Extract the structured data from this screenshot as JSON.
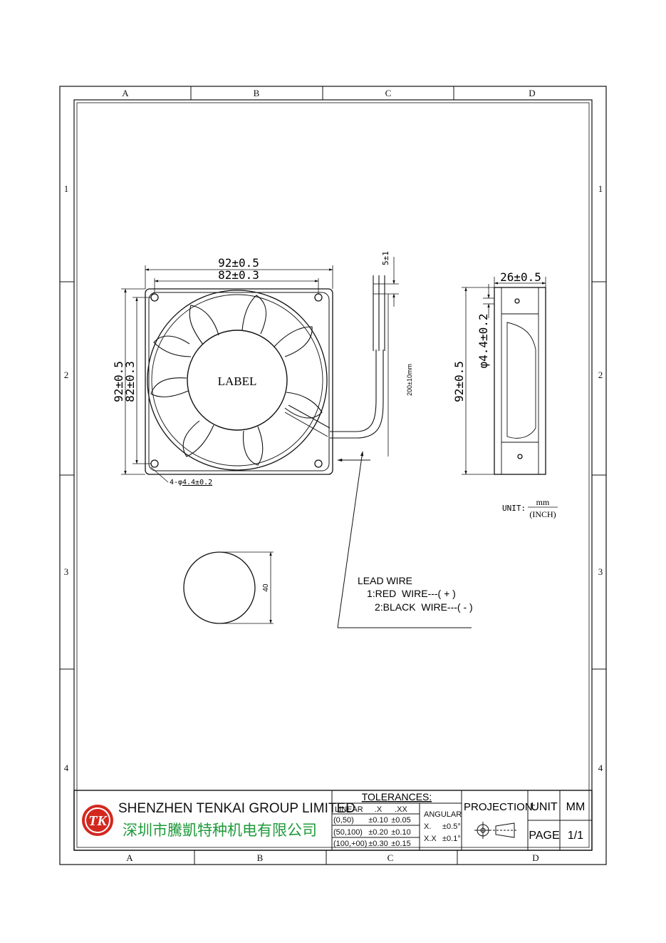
{
  "frame": {
    "columns": [
      "A",
      "B",
      "C",
      "D"
    ],
    "rows": [
      "1",
      "2",
      "3",
      "4"
    ]
  },
  "front_view": {
    "width_outer": "92±0.5",
    "width_hole": "82±0.3",
    "height_outer": "92±0.5",
    "height_hole": "82±0.3",
    "hub_label": "LABEL",
    "hole_prefix": "4-φ",
    "hole_spec": "4.4±0.2",
    "wire_offset": "5±1",
    "wire_length": "200±10mm"
  },
  "side_view": {
    "depth": "26±0.5",
    "hole_dia": "φ4.4±0.2",
    "height": "92±0.5"
  },
  "unit_note": {
    "prefix": "UNIT:",
    "numerator": "mm",
    "denominator": "(INCH)"
  },
  "label_circle": {
    "diameter": "40"
  },
  "lead_wire": {
    "title": "LEAD WIRE",
    "line1": "1:RED  WIRE---( + )",
    "line2": "2:BLACK  WIRE---( - )"
  },
  "title_block": {
    "logo_text": "TK",
    "company_en": "SHENZHEN TENKAI GROUP LIMITED",
    "company_cn": "深圳市騰凱特种机电有限公司",
    "brand_color": "#d3281f",
    "cn_color": "#1e9a3a",
    "tolerances_title": "TOLERANCES:",
    "tol_header": [
      "LINEAR",
      ".X",
      ".XX"
    ],
    "tol_rows": [
      [
        "(0,50)",
        "±0.10",
        "±0.05"
      ],
      [
        "(50,100)",
        "±0.20",
        "±0.10"
      ],
      [
        "(100,+00)",
        "±0.30",
        "±0.15"
      ]
    ],
    "angular_title": "ANGULAR",
    "angular_rows": [
      [
        "X.",
        "±0.5°"
      ],
      [
        "X.X",
        "±0.1°"
      ]
    ],
    "projection_label": "PROJECTION:",
    "unit_label": "UNIT",
    "unit_value": "MM",
    "page_label": "PAGE",
    "page_value": "1/1"
  }
}
